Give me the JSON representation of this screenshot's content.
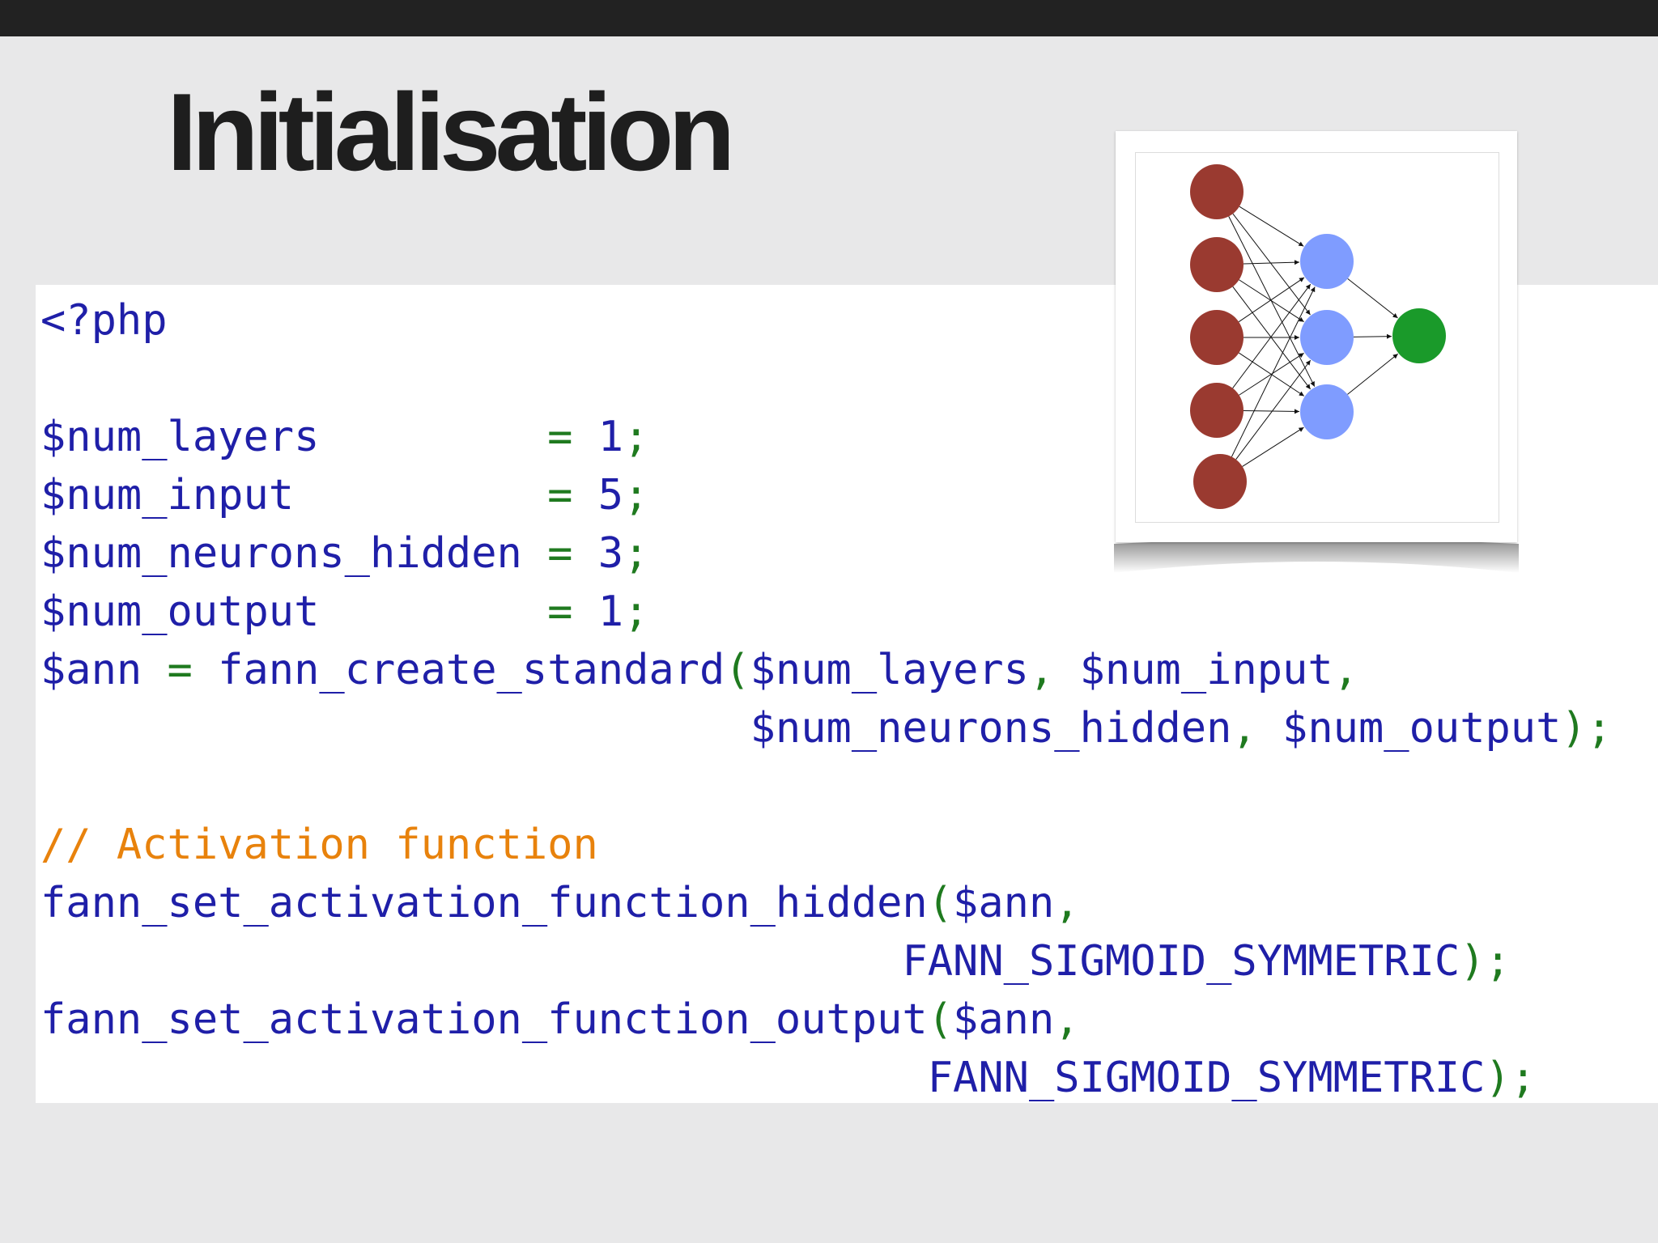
{
  "slide": {
    "title": "Initialisation"
  },
  "code": {
    "lines": [
      [
        {
          "t": "<?php",
          "k": "tag"
        }
      ],
      [],
      [
        {
          "t": "$num_layers",
          "k": "var"
        },
        {
          "t": "         = ",
          "k": "op"
        },
        {
          "t": "1",
          "k": "num"
        },
        {
          "t": ";",
          "k": "op"
        }
      ],
      [
        {
          "t": "$num_input",
          "k": "var"
        },
        {
          "t": "          = ",
          "k": "op"
        },
        {
          "t": "5",
          "k": "num"
        },
        {
          "t": ";",
          "k": "op"
        }
      ],
      [
        {
          "t": "$num_neurons_hidden",
          "k": "var"
        },
        {
          "t": " = ",
          "k": "op"
        },
        {
          "t": "3",
          "k": "num"
        },
        {
          "t": ";",
          "k": "op"
        }
      ],
      [
        {
          "t": "$num_output",
          "k": "var"
        },
        {
          "t": "         = ",
          "k": "op"
        },
        {
          "t": "1",
          "k": "num"
        },
        {
          "t": ";",
          "k": "op"
        }
      ],
      [
        {
          "t": "$ann",
          "k": "var"
        },
        {
          "t": " = ",
          "k": "op"
        },
        {
          "t": "fann_create_standard",
          "k": "fn"
        },
        {
          "t": "(",
          "k": "op"
        },
        {
          "t": "$num_layers",
          "k": "var"
        },
        {
          "t": ", ",
          "k": "op"
        },
        {
          "t": "$num_input",
          "k": "var"
        },
        {
          "t": ",",
          "k": "op"
        }
      ],
      [
        {
          "t": "                            ",
          "k": "op"
        },
        {
          "t": "$num_neurons_hidden",
          "k": "var"
        },
        {
          "t": ", ",
          "k": "op"
        },
        {
          "t": "$num_output",
          "k": "var"
        },
        {
          "t": ");",
          "k": "op"
        }
      ],
      [],
      [
        {
          "t": "// Activation function",
          "k": "com"
        }
      ],
      [
        {
          "t": "fann_set_activation_function_hidden",
          "k": "fn"
        },
        {
          "t": "(",
          "k": "op"
        },
        {
          "t": "$ann",
          "k": "var"
        },
        {
          "t": ",",
          "k": "op"
        }
      ],
      [
        {
          "t": "                                  ",
          "k": "op"
        },
        {
          "t": "FANN_SIGMOID_SYMMETRIC",
          "k": "const"
        },
        {
          "t": ");",
          "k": "op"
        }
      ],
      [
        {
          "t": "fann_set_activation_function_output",
          "k": "fn"
        },
        {
          "t": "(",
          "k": "op"
        },
        {
          "t": "$ann",
          "k": "var"
        },
        {
          "t": ",",
          "k": "op"
        }
      ],
      [
        {
          "t": "                                   ",
          "k": "op"
        },
        {
          "t": "FANN_SIGMOID_SYMMETRIC",
          "k": "const"
        },
        {
          "t": ");",
          "k": "op"
        }
      ]
    ]
  },
  "network_diagram": {
    "layers": [
      5,
      3,
      1
    ],
    "colors": {
      "input": "#9a3a30",
      "hidden": "#7f9cff",
      "output": "#1a9a2a",
      "edge": "#111111"
    }
  }
}
